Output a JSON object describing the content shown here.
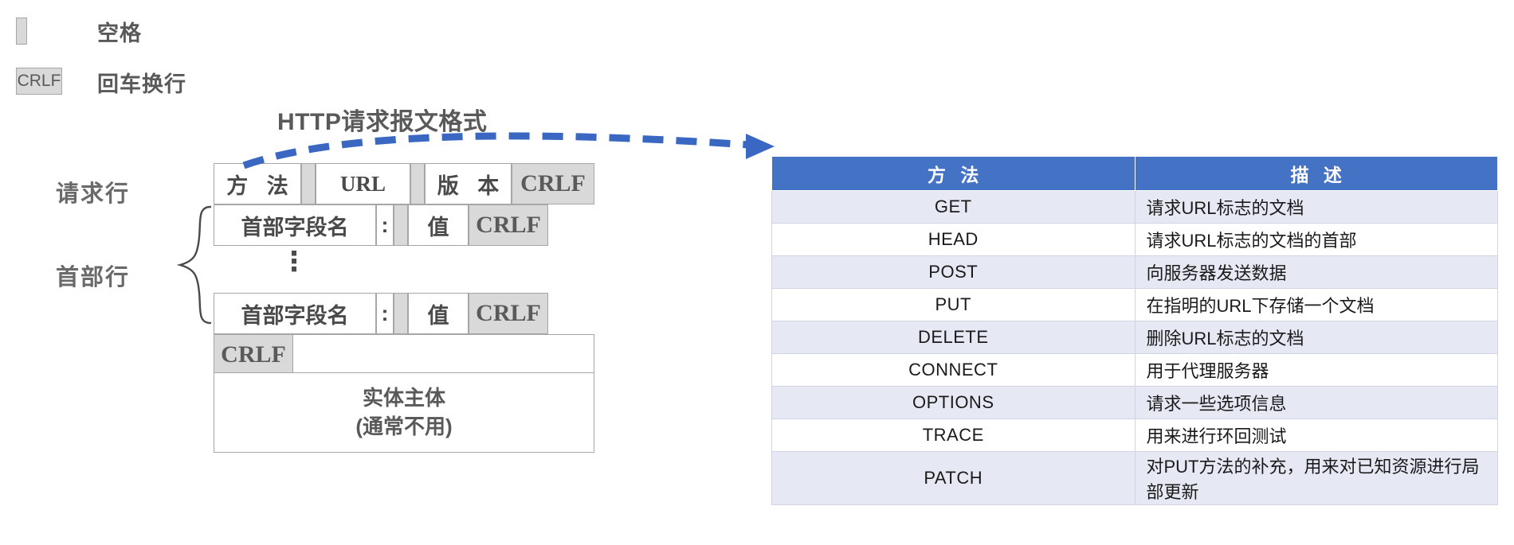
{
  "legend": {
    "space_symbol_name": "space-box",
    "space_label": "空格",
    "crlf_symbol": "CRLF",
    "crlf_label": "回车换行"
  },
  "diagram": {
    "title": "HTTP请求报文格式",
    "labels": {
      "request_line": "请求行",
      "header_lines": "首部行"
    },
    "request_line": {
      "method": "方 法",
      "url": "URL",
      "version": "版 本",
      "crlf": "CRLF"
    },
    "header_line": {
      "field_name": "首部字段名",
      "colon": ":",
      "value": "值",
      "crlf": "CRLF"
    },
    "vertical_dots": "⋮",
    "blank_line_crlf": "CRLF",
    "entity_body_line1": "实体主体",
    "entity_body_line2": "(通常不用)"
  },
  "table": {
    "headers": [
      "方 法",
      "描 述"
    ],
    "rows": [
      {
        "method": "GET",
        "desc": "请求URL标志的文档"
      },
      {
        "method": "HEAD",
        "desc": "请求URL标志的文档的首部"
      },
      {
        "method": "POST",
        "desc": "向服务器发送数据"
      },
      {
        "method": "PUT",
        "desc": "在指明的URL下存储一个文档"
      },
      {
        "method": "DELETE",
        "desc": "删除URL标志的文档"
      },
      {
        "method": "CONNECT",
        "desc": "用于代理服务器"
      },
      {
        "method": "OPTIONS",
        "desc": "请求一些选项信息"
      },
      {
        "method": "TRACE",
        "desc": "用来进行环回测试"
      },
      {
        "method": "PATCH",
        "desc": "对PUT方法的补充，用来对已知资源进行局部更新"
      }
    ]
  },
  "colors": {
    "header_blue": "#4472C4",
    "row_alt": "#E6E9F4",
    "box_fill_gray": "#D9D9D9",
    "box_border_gray": "#A6A6A6",
    "arrow_blue": "#3A67C2",
    "text_gray": "#595959"
  }
}
